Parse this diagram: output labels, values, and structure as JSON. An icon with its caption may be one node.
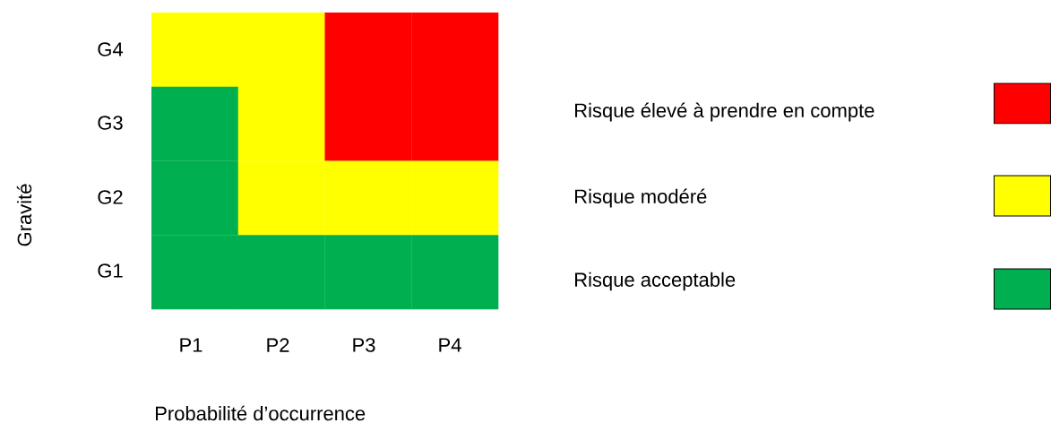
{
  "diagram": {
    "labels": [
      "G4",
      "G3",
      "Gravité",
      "G2",
      "G1",
      "P1",
      "P2",
      "P3",
      "P4",
      "Probabilité d’occurrence"
    ],
    "legend": [
      {
        "text": "Risque élevé à prendre en compte",
        "color": "#ff0000"
      },
      {
        "text": "Risque modéré",
        "color": "#ffff00"
      },
      {
        "text": "Risque acceptable",
        "color": "#00b050"
      }
    ]
  }
}
